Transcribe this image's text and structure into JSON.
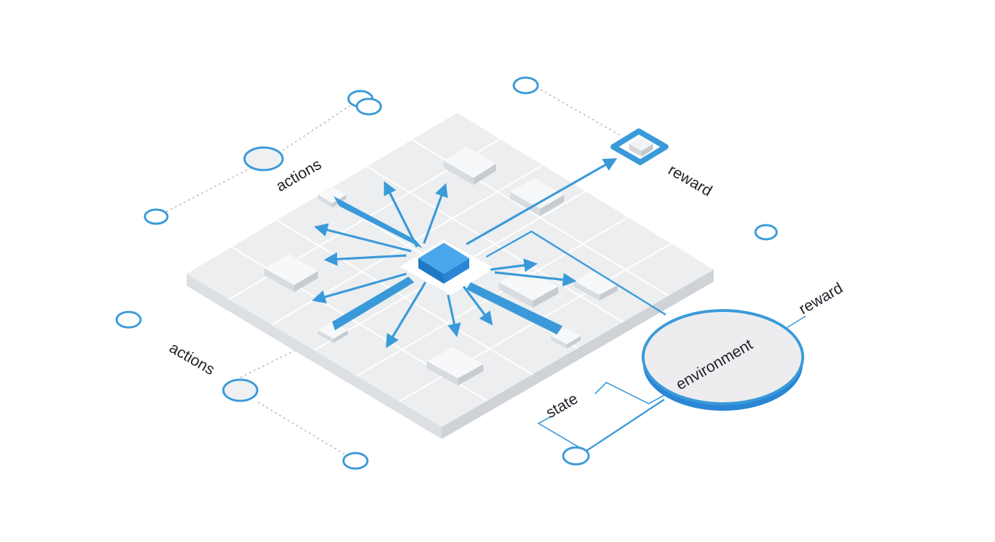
{
  "labels": {
    "actions_top": "actions",
    "actions_bottom": "actions",
    "reward_top": "reward",
    "reward_right": "reward",
    "environment": "environment",
    "state": "state"
  },
  "colors": {
    "accent": "#3a9ad9",
    "agent": "#2a86d4",
    "board": "#eceef0",
    "board_side": "#dcdfe3",
    "line": "#1f2329"
  }
}
